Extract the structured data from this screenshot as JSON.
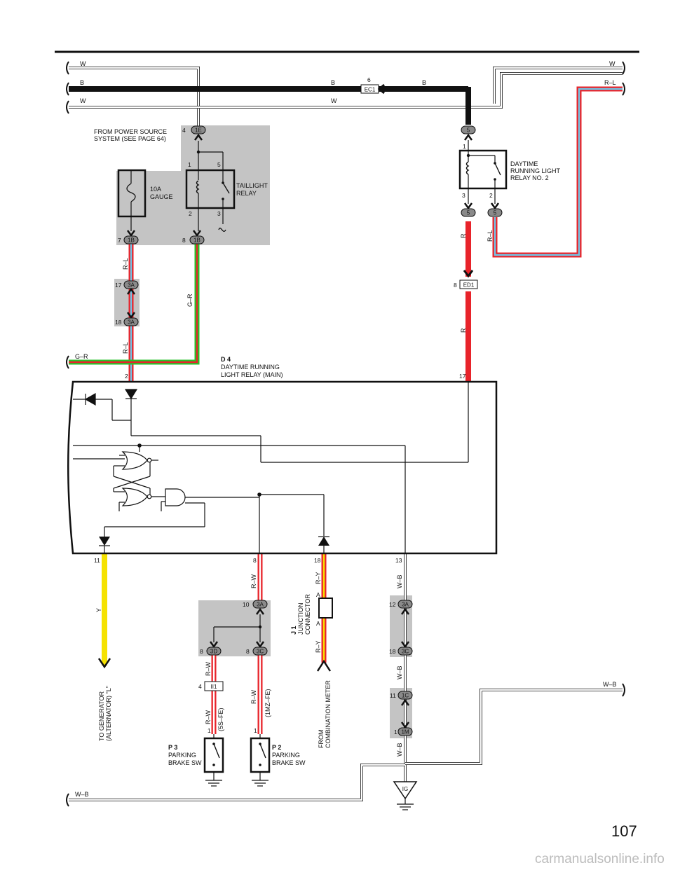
{
  "page_number": "107",
  "watermark": "carmanualsonline.info",
  "wires": {
    "top_w_left": "W",
    "top_w_right": "W",
    "b_left": "B",
    "b_mid": "B",
    "b_right": "B",
    "w_left": "W",
    "w_mid": "W",
    "rl_right": "R–L",
    "rl_a": "R–L",
    "rl_b": "R–L",
    "gr_a": "G–R",
    "gr_left": "G–R",
    "r_a": "R",
    "r_b": "R",
    "rl_relay": "R–L",
    "y": "Y",
    "rw_a": "R–W",
    "rw_b": "R–W",
    "rw_c": "R–W",
    "rw_d": "R–W",
    "ry_a": "R–Y",
    "ry_b": "R–Y",
    "wb_a": "W–B",
    "wb_b": "W–B",
    "wb_c": "W–B",
    "wb_right": "W–B",
    "wb_left": "W–B"
  },
  "connectors": {
    "ec1": "EC1",
    "ec1_pin": "6",
    "e1": "1E",
    "e1_pin": "4",
    "b1a": "1B",
    "b1a_pin": "7",
    "b1b": "1B",
    "b1b_pin": "8",
    "a3a": "3A",
    "a3a_pin": "17",
    "a3b": "3A",
    "a3b_pin": "18",
    "c5a": "5",
    "c5b": "5",
    "c5c": "5",
    "ed1": "ED1",
    "ed1_pin": "8",
    "a3c": "3A",
    "a3c_pin": "10",
    "d3": "3D",
    "d3_pin": "8",
    "c3a": "3C",
    "c3a_pin": "8",
    "ii1": "II1",
    "ii1_pin": "4",
    "a3d": "3A",
    "a3d_pin": "12",
    "c3b": "3C",
    "c3b_pin": "18",
    "c1": "1C",
    "c1_pin": "11",
    "m1": "1M",
    "m1_pin": "1",
    "ground_ig": "IG",
    "jc_a_top": "A",
    "jc_a_bottom": "A"
  },
  "pins": {
    "relay_1": "1",
    "relay_5": "5",
    "relay_2": "2",
    "relay_3": "3",
    "drl2_1": "1",
    "drl2_3": "3",
    "drl2_2": "2",
    "main_2": "2",
    "main_17": "17",
    "main_11": "11",
    "main_8": "8",
    "main_18": "18",
    "main_13": "13",
    "p3_1": "1",
    "p2_1": "1"
  },
  "labels": {
    "power_source_1": "FROM POWER SOURCE",
    "power_source_2": "SYSTEM (SEE PAGE 64)",
    "fuse_1": "10A",
    "fuse_2": "GAUGE",
    "taillight_1": "TAILLIGHT",
    "taillight_2": "RELAY",
    "drl2_1": "DAYTIME",
    "drl2_2": "RUNNING LIGHT",
    "drl2_3": "RELAY NO. 2",
    "d4_id": "D 4",
    "d4_1": "DAYTIME RUNNING",
    "d4_2": "LIGHT RELAY (MAIN)",
    "gen_1": "TO GENERATOR",
    "gen_2": "(ALTERNATOR) \"L\"",
    "p3_id": "P 3",
    "p3_1": "PARKING",
    "p3_2": "BRAKE SW",
    "p2_id": "P 2",
    "p2_1": "PARKING",
    "p2_2": "BRAKE SW",
    "variant_5s": "(5S–FE)",
    "variant_1mz": "(1MZ–FE)",
    "j1_id": "J 1",
    "j1_1": "JUNCTION",
    "j1_2": "CONNECTOR",
    "comb_1": "FROM",
    "comb_2": "COMBINATION METER"
  },
  "colors": {
    "red": "#e8232a",
    "green": "#27c22b",
    "yellow": "#f5e200",
    "blue": "#6fc7e8",
    "shade": "#c4c4c4",
    "black": "#111111"
  }
}
